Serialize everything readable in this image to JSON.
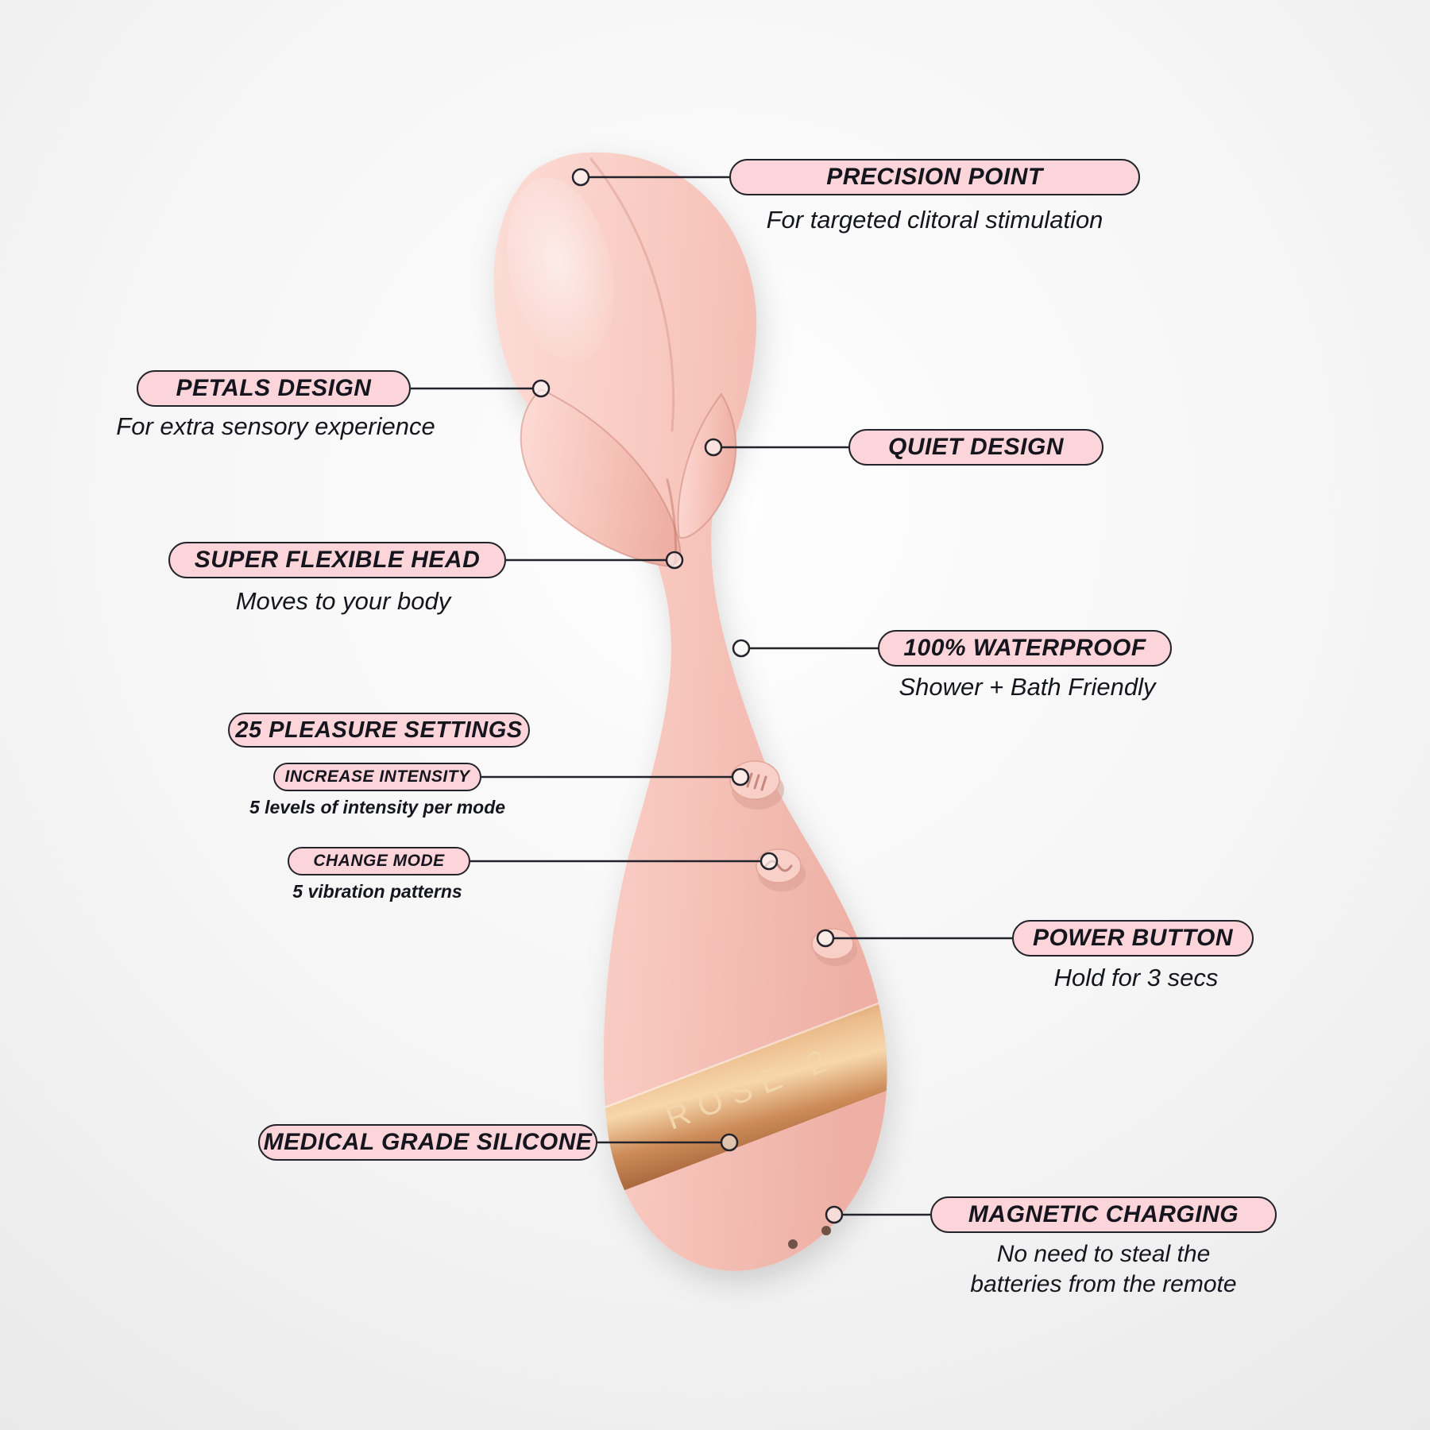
{
  "device": {
    "brand_label": "ROSE 2",
    "body_color": "#f7c6bd",
    "band_color": "#d99a6c",
    "button_count": 3
  },
  "colors": {
    "pill_bg": "#fbd5da",
    "pill_border": "#23232b",
    "text": "#15151d",
    "background": "#f2f2f2",
    "connector": "#23232b"
  },
  "callouts": [
    {
      "id": "precision-point",
      "label": "PRECISION POINT",
      "subtitle": "For targeted clitoral stimulation"
    },
    {
      "id": "petals-design",
      "label": "PETALS DESIGN",
      "subtitle": "For extra sensory experience"
    },
    {
      "id": "quiet-design",
      "label": "QUIET DESIGN",
      "subtitle": ""
    },
    {
      "id": "super-flexible-head",
      "label": "SUPER FLEXIBLE HEAD",
      "subtitle": "Moves to your body"
    },
    {
      "id": "waterproof",
      "label": "100% WATERPROOF",
      "subtitle": "Shower + Bath Friendly"
    },
    {
      "id": "pleasure-settings",
      "label": "25 PLEASURE SETTINGS",
      "subtitle": ""
    },
    {
      "id": "increase-intensity",
      "label": "INCREASE INTENSITY",
      "subtitle": "5 levels of intensity per mode"
    },
    {
      "id": "change-mode",
      "label": "CHANGE MODE",
      "subtitle": "5 vibration patterns"
    },
    {
      "id": "power-button",
      "label": "POWER BUTTON",
      "subtitle": "Hold for 3 secs"
    },
    {
      "id": "medical-grade-silicone",
      "label": "MEDICAL GRADE SILICONE",
      "subtitle": ""
    },
    {
      "id": "magnetic-charging",
      "label": "MAGNETIC CHARGING",
      "subtitle_lines": [
        "No need to steal the",
        "batteries from the remote"
      ]
    }
  ]
}
